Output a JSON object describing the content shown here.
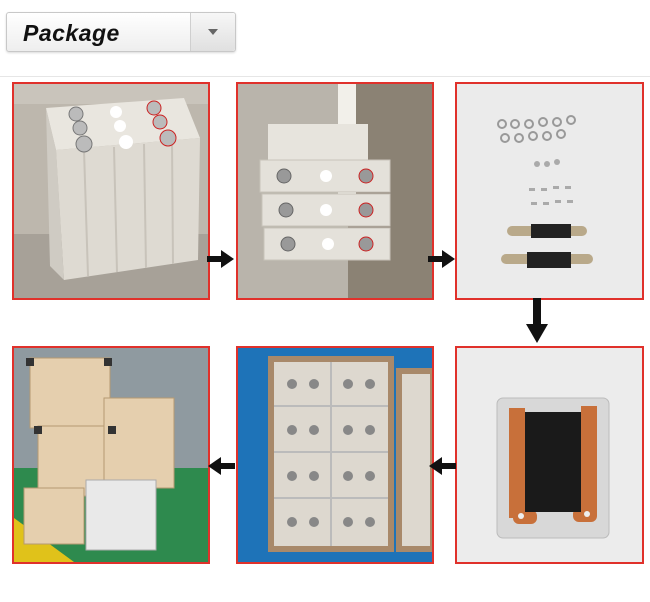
{
  "header": {
    "title": "Package",
    "dropdown_icon": "chevron-down-icon"
  },
  "photos": [
    {
      "name": "battery-cells-photo"
    },
    {
      "name": "stacked-cells-photo"
    },
    {
      "name": "bolts-and-connectors-photo"
    },
    {
      "name": "copper-connectors-bag-photo"
    },
    {
      "name": "cells-in-wooden-box-photo"
    },
    {
      "name": "packed-crates-photo"
    }
  ],
  "arrows": [
    {
      "name": "arrow-right-icon"
    },
    {
      "name": "arrow-right-icon"
    },
    {
      "name": "arrow-down-icon"
    },
    {
      "name": "arrow-left-icon"
    },
    {
      "name": "arrow-left-icon"
    }
  ],
  "colors": {
    "frame": "#e0312b",
    "arrow": "#111111"
  }
}
